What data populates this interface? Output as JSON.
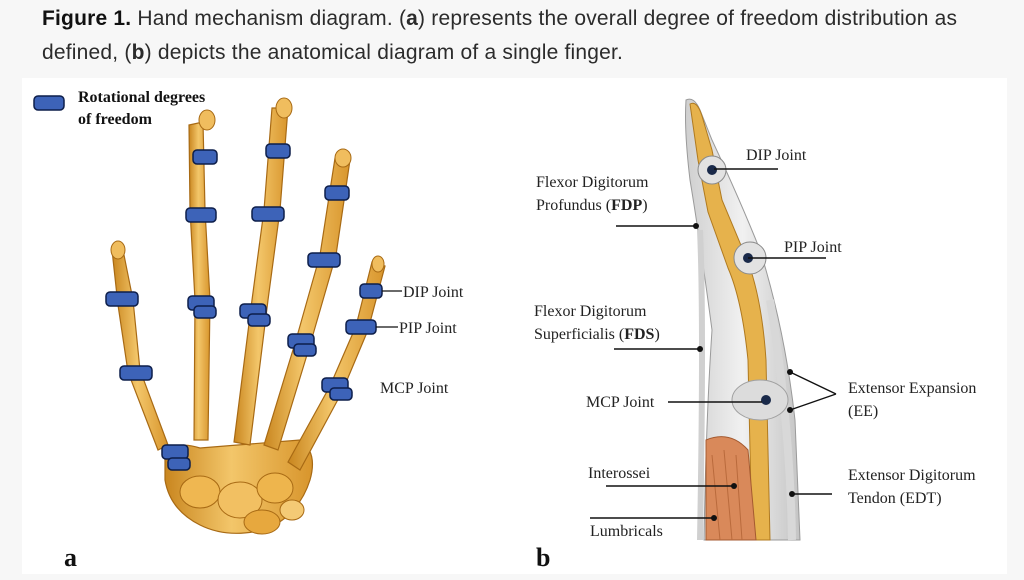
{
  "caption": {
    "figure_label": "Figure 1.",
    "text_1": " Hand mechanism diagram. (",
    "a": "a",
    "text_2": ") represents the overall degree of freedom distribution as defined, (",
    "b": "b",
    "text_3": ") depicts the anatomical diagram of a single finger."
  },
  "panel_a": {
    "legend": [
      "Rotational degrees",
      "of freedom"
    ],
    "labels": {
      "dip": "DIP Joint",
      "pip": "PIP Joint",
      "mcp": "MCP Joint"
    },
    "panel_letter": "a"
  },
  "panel_b": {
    "dip": "DIP Joint",
    "pip": "PIP Joint",
    "fdp": [
      "Flexor Digitorum",
      "Profundus (",
      "FDP",
      ")"
    ],
    "fds": [
      "Flexor Digitorum",
      "Superficialis (",
      "FDS",
      ")"
    ],
    "mcp": "MCP Joint",
    "ee": [
      "Extensor Expansion",
      "(EE)"
    ],
    "interossei": "Interossei",
    "edt": [
      "Extensor Digitorum",
      "Tendon (EDT)"
    ],
    "lumbricals": "Lumbricals",
    "panel_letter": "b"
  },
  "colors": {
    "bone": "#e8a93a",
    "bone_light": "#f5cf7a",
    "joint": "#3d63b8",
    "muscle": "#d9895a"
  }
}
